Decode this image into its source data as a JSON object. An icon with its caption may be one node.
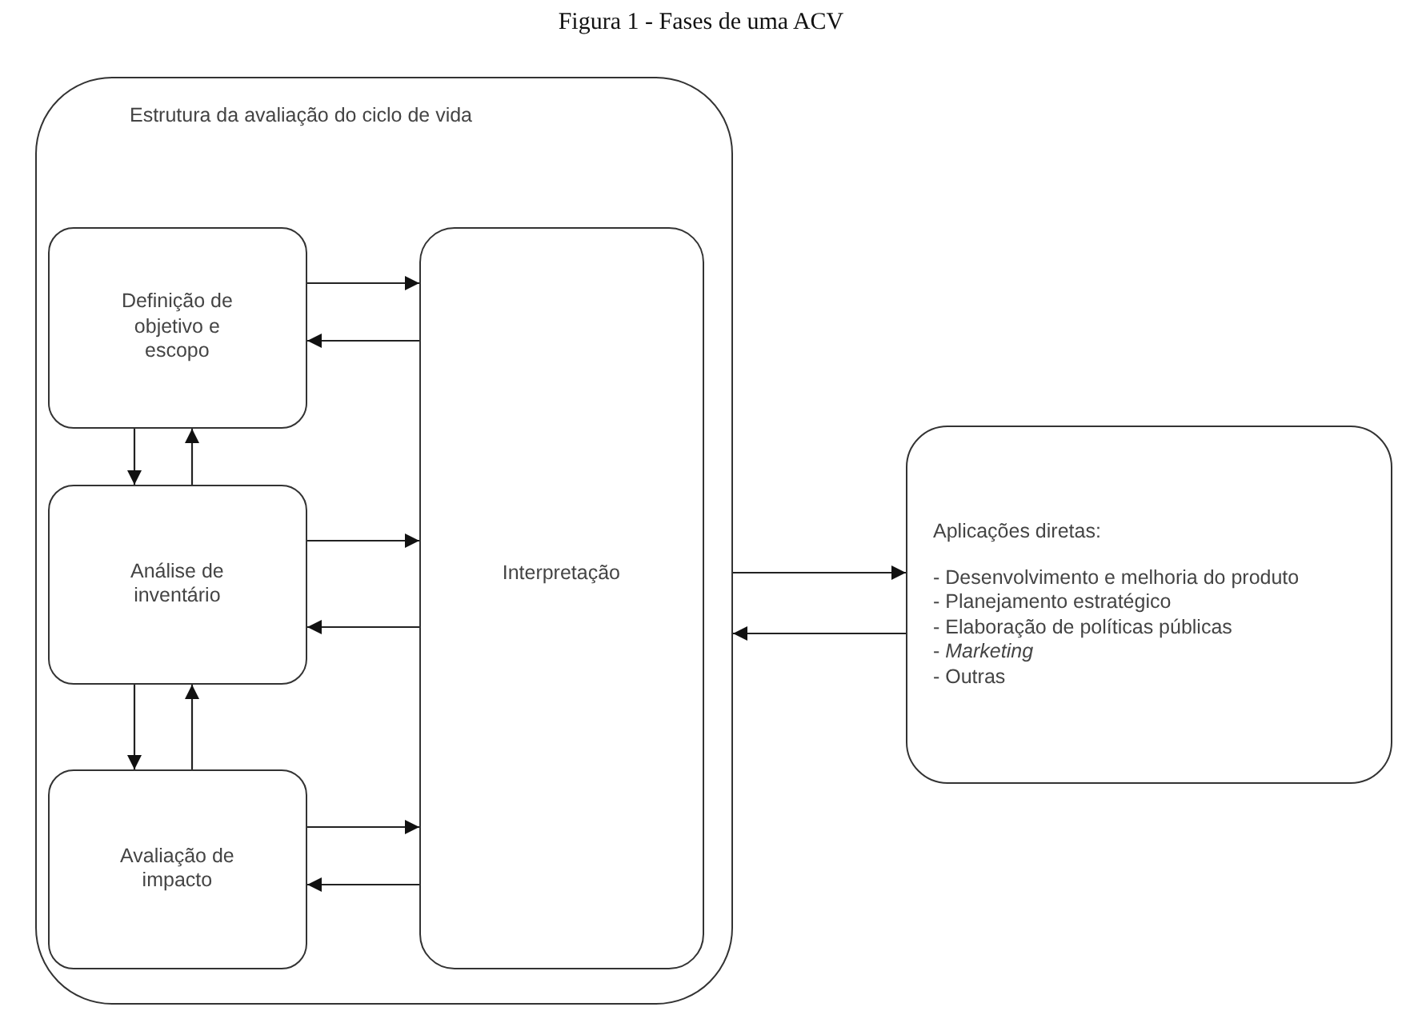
{
  "diagram": {
    "title": "Figura 1 - Fases de uma ACV",
    "nodes": [
      {
        "text": [
          "Estrutura da avaliação do ciclo de vida"
        ]
      },
      {
        "text": [
          "Definição de objetivo e escopo"
        ],
        "in": 0
      },
      {
        "text": [
          "Análise de inventário"
        ],
        "in": 0
      },
      {
        "text": [
          "Avaliação de impacto"
        ],
        "in": 0
      },
      {
        "text": [
          "Interpretação"
        ],
        "in": 0
      },
      {
        "text": [
          "Aplicações diretas:",
          "- Desenvolvimento e melhoria do produto",
          "- Planejamento estratégico",
          "- Elaboração de políticas públicas",
          "- *Marketing*",
          "- Outras"
        ]
      }
    ],
    "edges": [
      {
        "from": 1,
        "to": 4,
        "arrow": "to"
      },
      {
        "from": 4,
        "to": 1,
        "arrow": "to"
      },
      {
        "from": 1,
        "to": 2,
        "arrow": "to"
      },
      {
        "from": 2,
        "to": 1,
        "arrow": "to"
      },
      {
        "from": 2,
        "to": 4,
        "arrow": "to"
      },
      {
        "from": 4,
        "to": 2,
        "arrow": "to"
      },
      {
        "from": 2,
        "to": 3,
        "arrow": "to"
      },
      {
        "from": 3,
        "to": 2,
        "arrow": "to"
      },
      {
        "from": 3,
        "to": 4,
        "arrow": "to"
      },
      {
        "from": 4,
        "to": 3,
        "arrow": "to"
      },
      {
        "from": 0,
        "to": 5,
        "arrow": "to"
      },
      {
        "from": 5,
        "to": 0,
        "arrow": "to"
      }
    ]
  }
}
